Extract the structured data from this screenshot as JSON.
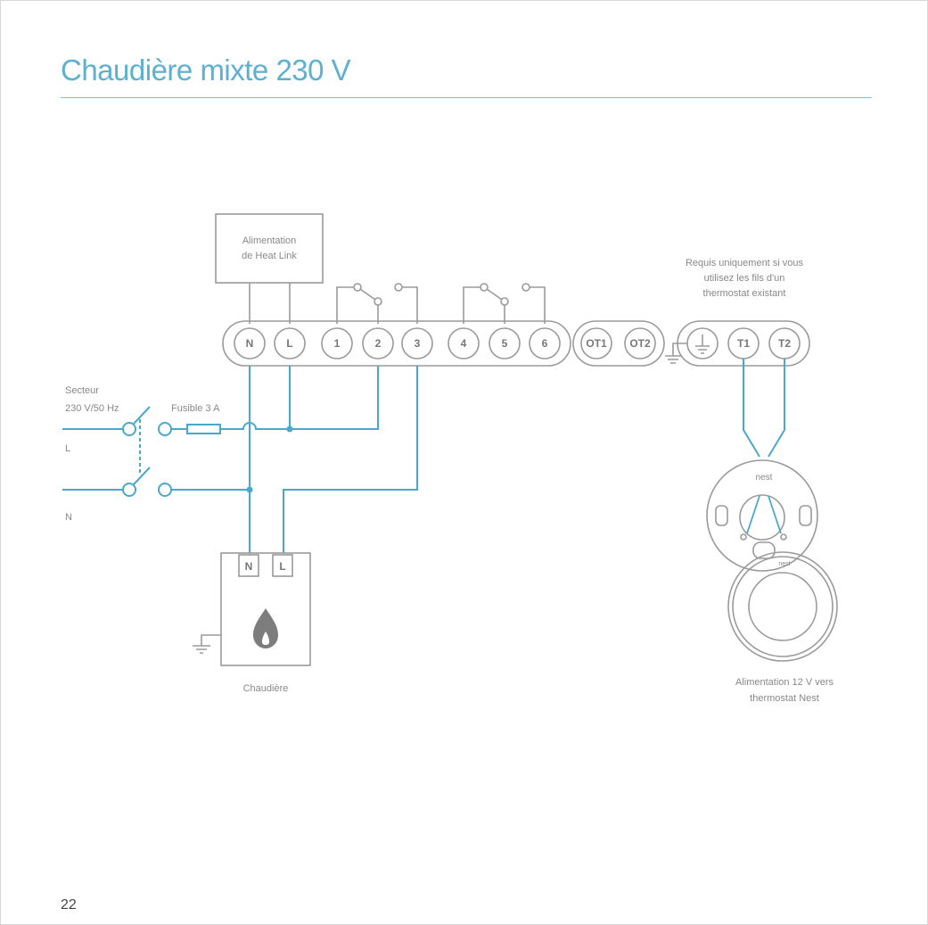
{
  "title": "Chaudière mixte 230 V",
  "page_number": "22",
  "heat_link_supply": [
    "Alimentation",
    "de Heat Link"
  ],
  "terminals_main": [
    "N",
    "L",
    "1",
    "2",
    "3",
    "4",
    "5",
    "6"
  ],
  "terminals_ot": [
    "OT1",
    "OT2"
  ],
  "terminals_thermostat": [
    "T1",
    "T2"
  ],
  "note_required": [
    "Requis uniquement si vous",
    "utilisez les fils d'un",
    "thermostat existant"
  ],
  "mains": {
    "label": "Secteur",
    "spec": "230 V/50 Hz",
    "live": "L",
    "neutral": "N"
  },
  "fuse_label": "Fusible 3 A",
  "boiler": {
    "label": "Chaudière",
    "terminals": [
      "N",
      "L"
    ]
  },
  "nest": {
    "brand": "nest",
    "caption": [
      "Alimentation 12 V vers",
      "thermostat Nest"
    ]
  },
  "colors": {
    "accent": "#5cb0d0",
    "wire": "#4aa8cc",
    "line": "#9a9a9a"
  }
}
